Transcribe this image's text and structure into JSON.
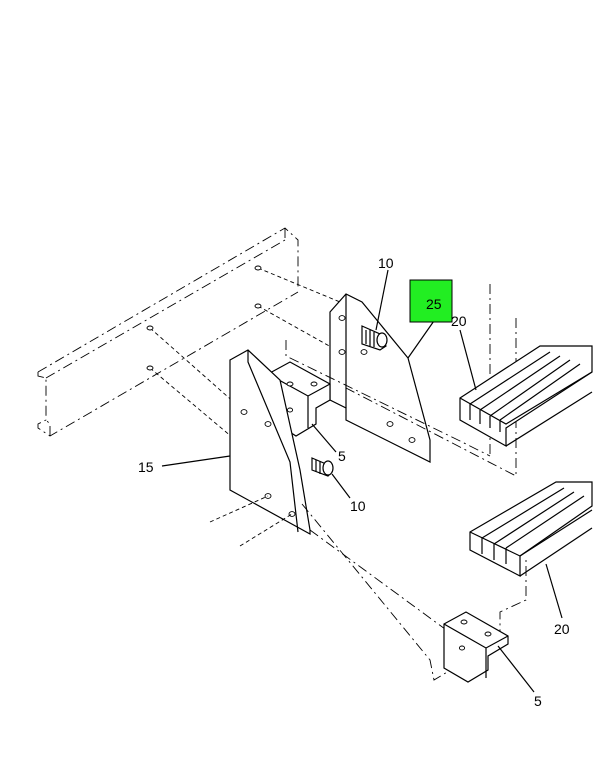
{
  "callouts": {
    "c25": "25",
    "c20_top": "20",
    "c10_top": "10",
    "c5_mid": "5",
    "c15": "15",
    "c10_mid": "10",
    "c20_bottom": "20",
    "c5_bottom": "5"
  },
  "colors": {
    "highlight": "#22ee22",
    "line": "#000000",
    "background": "#ffffff"
  }
}
